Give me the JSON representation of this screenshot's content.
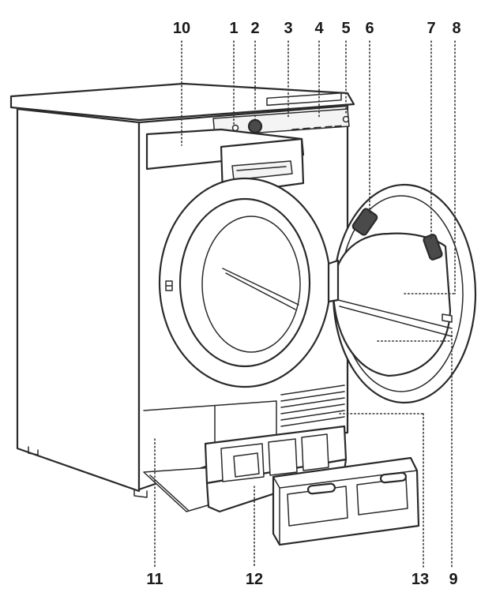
{
  "callouts": [
    {
      "id": "c1",
      "label": "1"
    },
    {
      "id": "c2",
      "label": "2"
    },
    {
      "id": "c3",
      "label": "3"
    },
    {
      "id": "c4",
      "label": "4"
    },
    {
      "id": "c5",
      "label": "5"
    },
    {
      "id": "c6",
      "label": "6"
    },
    {
      "id": "c7",
      "label": "7"
    },
    {
      "id": "c8",
      "label": "8"
    },
    {
      "id": "c9",
      "label": "9"
    },
    {
      "id": "c10",
      "label": "10"
    },
    {
      "id": "c11",
      "label": "11"
    },
    {
      "id": "c12",
      "label": "12"
    },
    {
      "id": "c13",
      "label": "13"
    }
  ],
  "colors": {
    "line": "#2a2a2a",
    "text": "#1a1a1a",
    "background": "#ffffff",
    "seal": "#4a4a4a"
  }
}
